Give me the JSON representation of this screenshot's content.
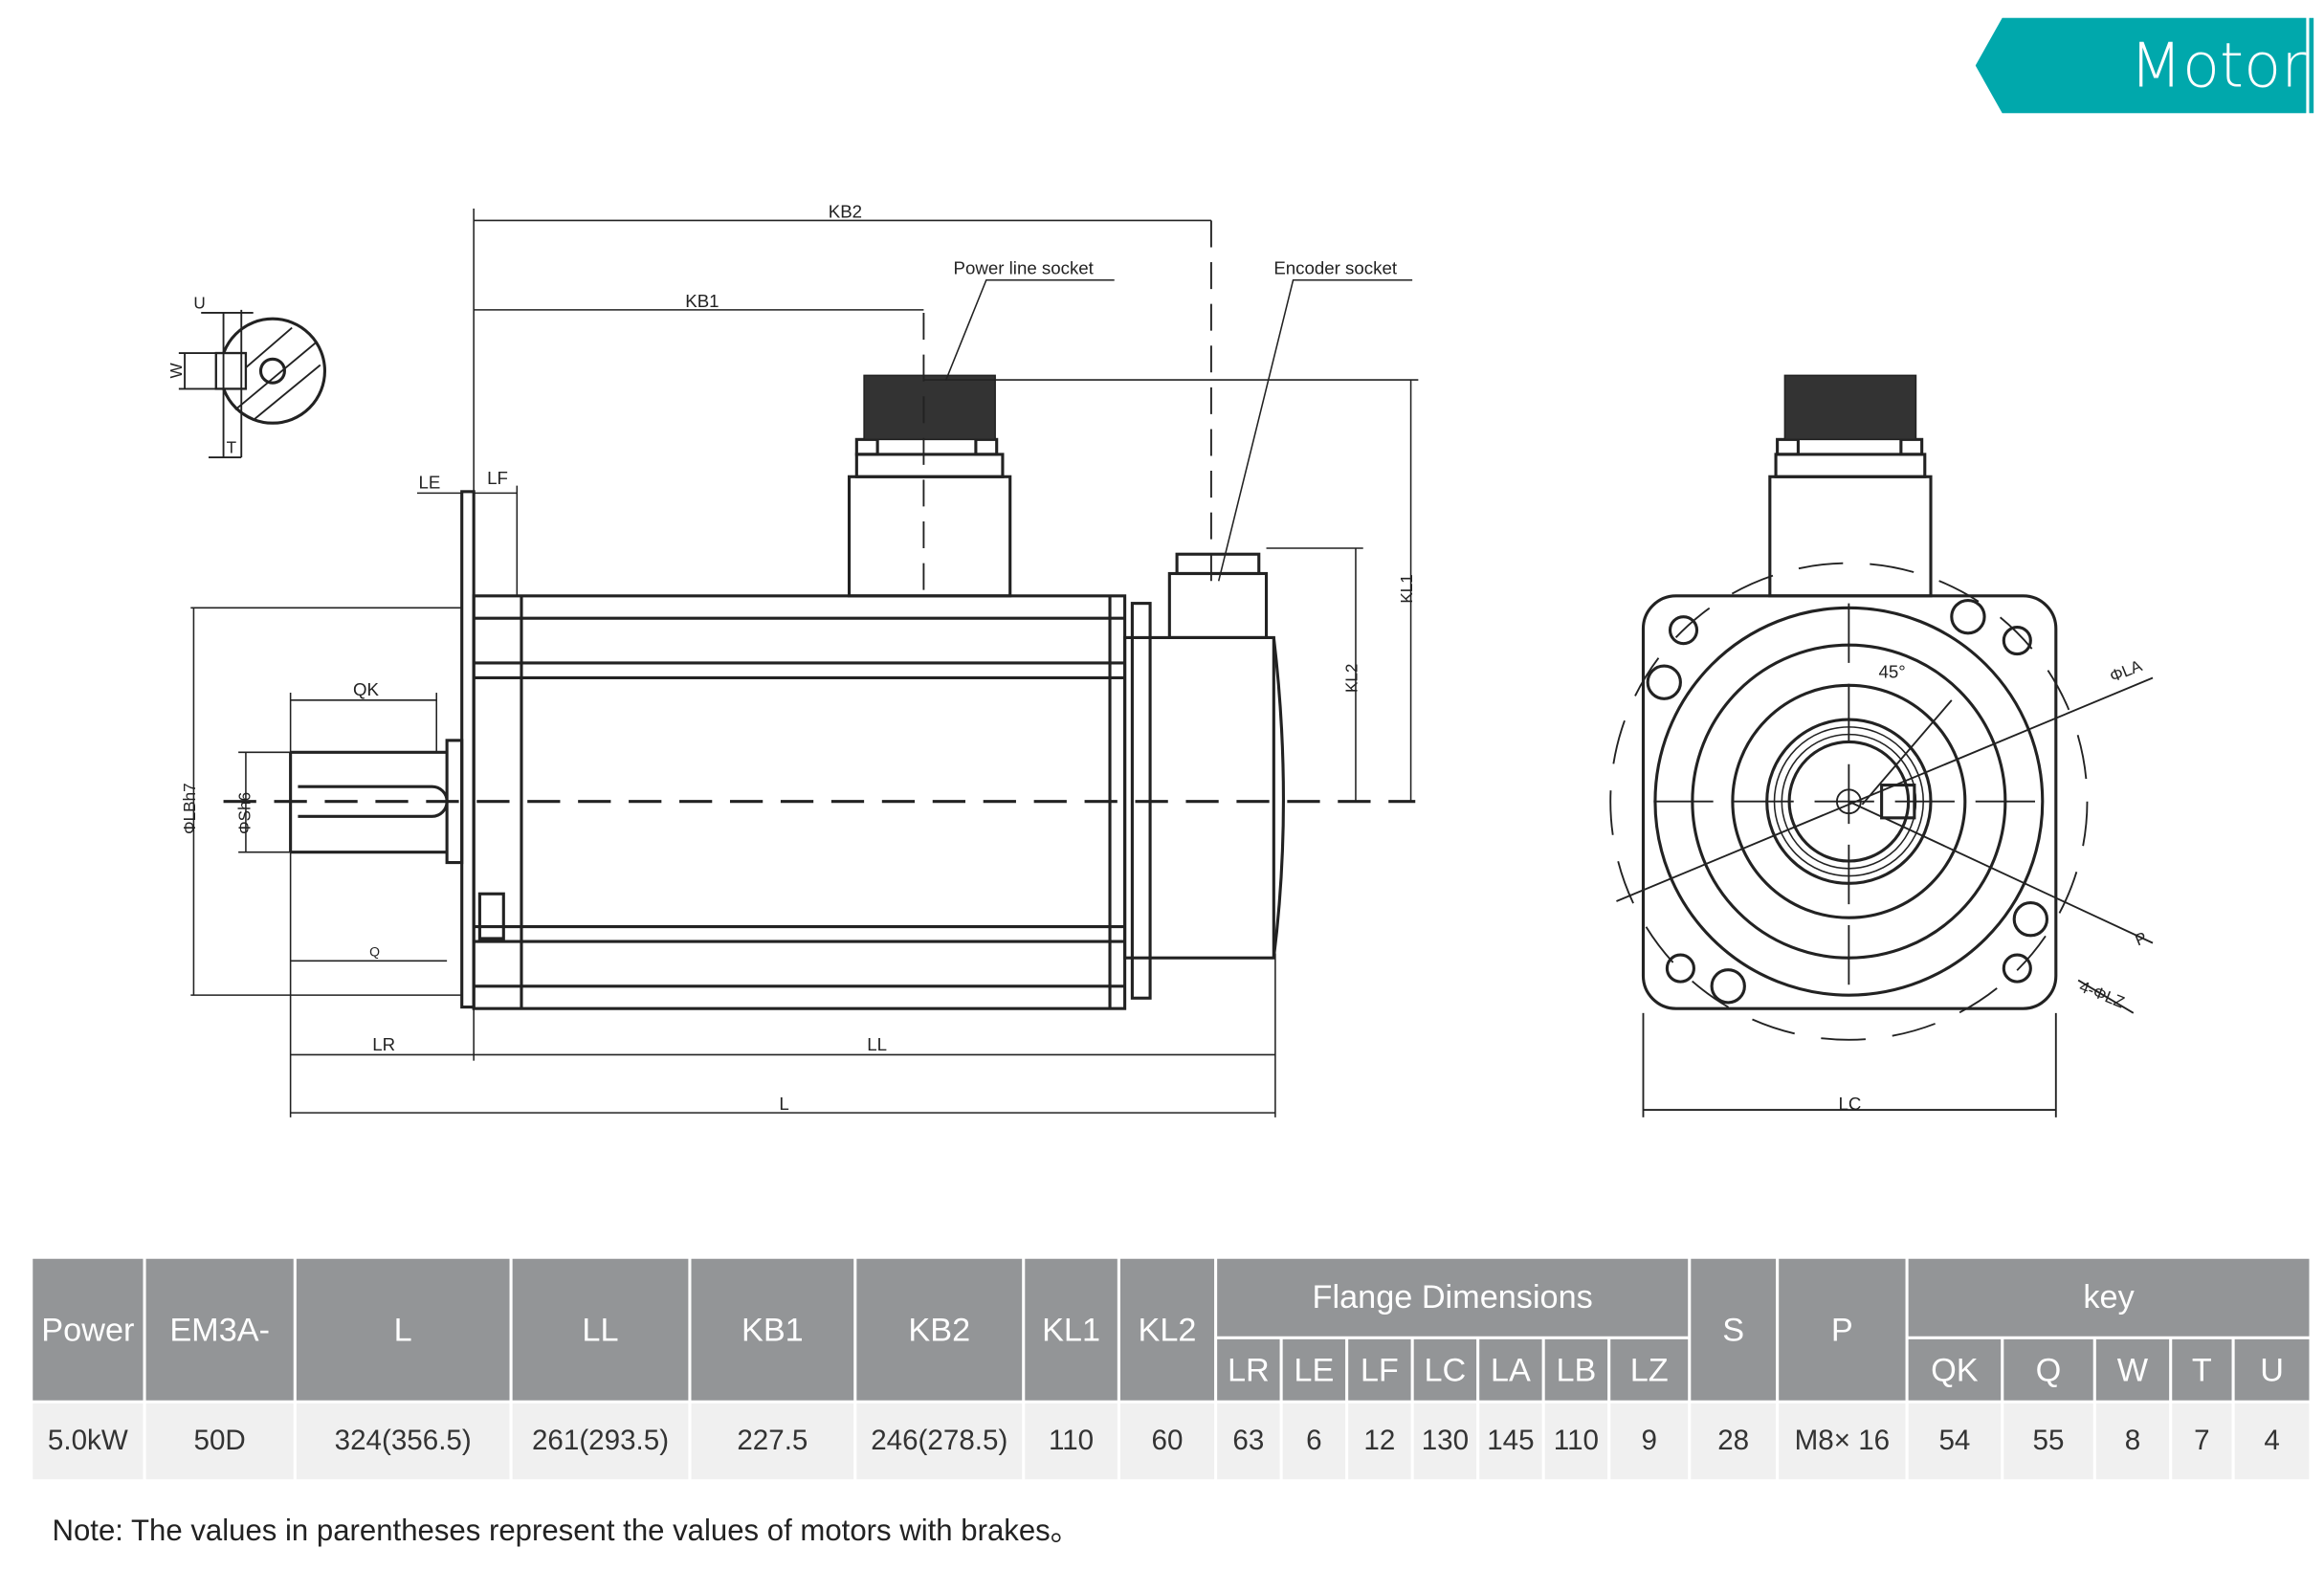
{
  "header": {
    "title": "Motor size",
    "accent_color": "#00a8ac"
  },
  "drawing": {
    "labels": {
      "kb2": "KB2",
      "kb1": "KB1",
      "power_socket": "Power line socket",
      "encoder_socket": "Encoder socket",
      "u": "U",
      "w": "W",
      "t": "T",
      "le": "LE",
      "lf": "LF",
      "qk": "QK",
      "q": "Q",
      "lb": "ΦLBh7",
      "s": "ΦSh6",
      "lr": "LR",
      "ll": "LL",
      "l": "L",
      "kl1": "KL1",
      "kl2": "KL2",
      "angle": "45°",
      "la": "ΦLA",
      "p": "P",
      "lz": "4-ΦLZ",
      "lc": "LC"
    }
  },
  "table": {
    "headers": {
      "power": "Power",
      "model": "EM3A-",
      "l": "L",
      "ll": "LL",
      "kb1": "KB1",
      "kb2": "KB2",
      "kl1": "KL1",
      "kl2": "KL2",
      "flange": "Flange Dimensions",
      "lr": "LR",
      "le": "LE",
      "lf": "LF",
      "lc": "LC",
      "la": "LA",
      "lb": "LB",
      "lz": "LZ",
      "s": "S",
      "p": "P",
      "key": "key",
      "qk": "QK",
      "q": "Q",
      "w": "W",
      "t": "T",
      "u": "U"
    },
    "row": {
      "power": "5.0kW",
      "model": "50D",
      "l": "324(356.5)",
      "ll": "261(293.5)",
      "kb1": "227.5",
      "kb2": "246(278.5)",
      "kl1": "110",
      "kl2": "60",
      "lr": "63",
      "le": "6",
      "lf": "12",
      "lc": "130",
      "la": "145",
      "lb": "110",
      "lz": "9",
      "s": "28",
      "p": "M8× 16",
      "qk": "54",
      "q": "55",
      "w": "8",
      "t": "7",
      "u": "4"
    },
    "note": "Note: The values in parentheses represent the values of motors with brakes。"
  }
}
